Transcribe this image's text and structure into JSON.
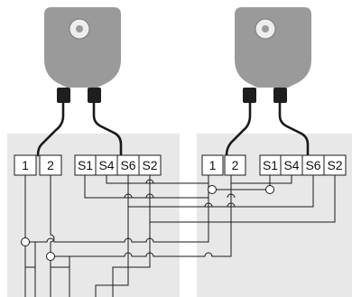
{
  "left_panel": {
    "terminals": [
      "1",
      "2",
      "S1",
      "S4",
      "S6",
      "S2"
    ]
  },
  "right_panel": {
    "terminals": [
      "1",
      "2",
      "S1",
      "S4",
      "S6",
      "S2"
    ]
  },
  "actuators": [
    {
      "icon": "actuator-knob-icon"
    },
    {
      "icon": "actuator-knob-icon"
    }
  ]
}
